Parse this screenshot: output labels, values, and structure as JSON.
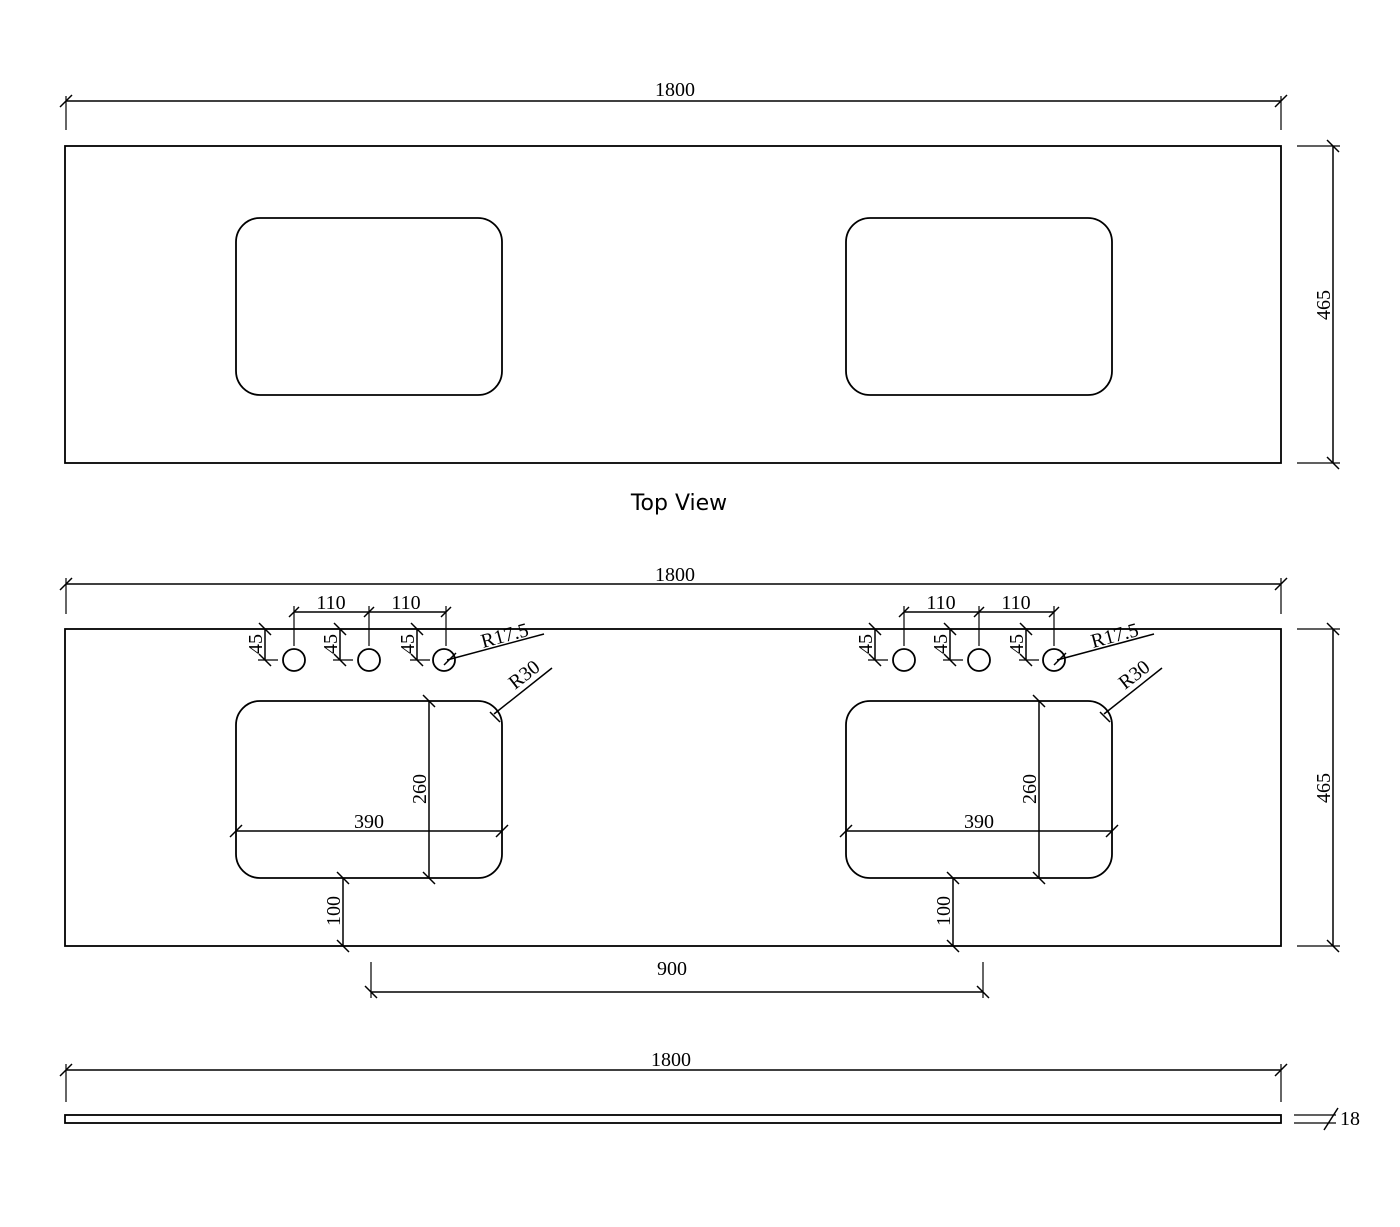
{
  "top_view": {
    "width_label": "1800",
    "depth_label": "465",
    "caption": "Top View"
  },
  "detail_view": {
    "width_label": "1800",
    "depth_label": "465",
    "tap_spacing_labels": [
      "110",
      "110",
      "110",
      "110"
    ],
    "hole_offset_labels": [
      "45",
      "45",
      "45",
      "45",
      "45",
      "45"
    ],
    "hole_radius_labels": [
      "R17.5",
      "R17.5"
    ],
    "corner_radius_labels": [
      "R30",
      "R30"
    ],
    "basin_height_labels": [
      "260",
      "260"
    ],
    "basin_width_labels": [
      "390",
      "390"
    ],
    "front_offset_labels": [
      "100",
      "100"
    ],
    "center_spacing_label": "900"
  },
  "side_view": {
    "width_label": "1800",
    "thickness_label": "18"
  }
}
